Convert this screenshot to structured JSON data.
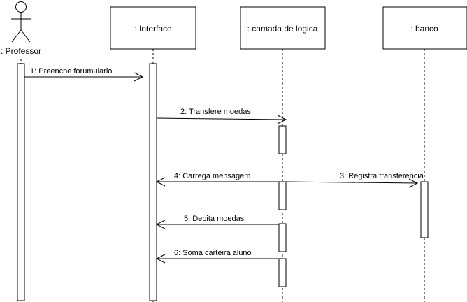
{
  "diagram": {
    "type": "sequence",
    "participants": [
      {
        "id": "professor",
        "label": ": Professor",
        "kind": "actor"
      },
      {
        "id": "interface",
        "label": ": Interface",
        "kind": "object"
      },
      {
        "id": "logica",
        "label": ": camada de logica",
        "kind": "object"
      },
      {
        "id": "banco",
        "label": ": banco",
        "kind": "object"
      }
    ],
    "messages": [
      {
        "from": "professor",
        "to": "interface",
        "label": "1: Preenche forumulario"
      },
      {
        "from": "interface",
        "to": "logica",
        "label": "2: Transfere moedas"
      },
      {
        "from": "logica",
        "to": "banco",
        "label": "3: Registra transferencia"
      },
      {
        "from": "logica",
        "to": "interface",
        "label": "4: Carrega mensagem"
      },
      {
        "from": "logica",
        "to": "interface",
        "label": "5: Debita moedas"
      },
      {
        "from": "logica",
        "to": "interface",
        "label": "6: Soma carteira aluno"
      }
    ]
  },
  "colors": {
    "line": "#000000",
    "background": "#ffffff"
  }
}
